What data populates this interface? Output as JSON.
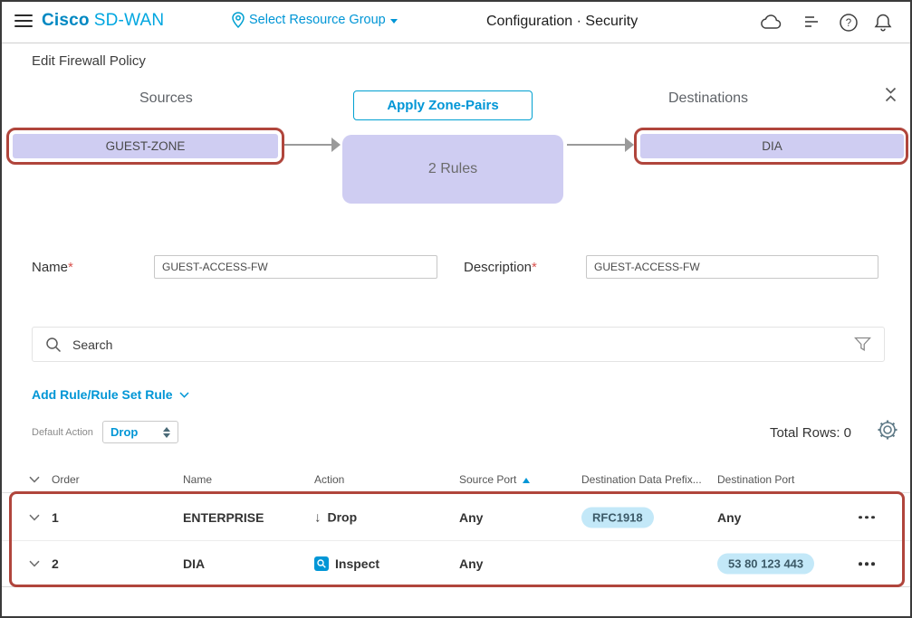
{
  "header": {
    "brand_cisco": "Cisco",
    "brand_product": "SD-WAN",
    "resource_group_label": "Select Resource Group",
    "title": "Configuration · Security"
  },
  "page_title": "Edit Firewall Policy",
  "diagram": {
    "sources_label": "Sources",
    "apply_zone_pairs_label": "Apply Zone-Pairs",
    "destinations_label": "Destinations",
    "source_zone": "GUEST-ZONE",
    "rules_box": "2 Rules",
    "destination_zone": "DIA"
  },
  "form": {
    "name_label": "Name",
    "description_label": "Description",
    "required_marker": "*",
    "name_value": "GUEST-ACCESS-FW",
    "description_value": "GUEST-ACCESS-FW"
  },
  "search": {
    "placeholder": "Search"
  },
  "rules_toolbar": {
    "add_rule_label": "Add Rule/Rule Set Rule",
    "default_action_label": "Default Action",
    "default_action_value": "Drop",
    "total_rows_label": "Total Rows: 0"
  },
  "rules_table": {
    "columns": {
      "order": "Order",
      "name": "Name",
      "action": "Action",
      "source_port": "Source Port",
      "dest_data_prefix": "Destination Data Prefix...",
      "dest_port": "Destination Port"
    },
    "rows": [
      {
        "order": "1",
        "name": "ENTERPRISE",
        "action": "Drop",
        "source_port": "Any",
        "dest_data_prefix": "RFC1918",
        "dest_port": "Any"
      },
      {
        "order": "2",
        "name": "DIA",
        "action": "Inspect",
        "source_port": "Any",
        "dest_data_prefix": "",
        "dest_port": "53 80 123 443"
      }
    ]
  },
  "colors": {
    "brand_blue": "#00a0d1",
    "zone_fill": "#cfcdf2",
    "annotation_red": "#b0453c",
    "pill_blue": "#c3e8f8"
  }
}
